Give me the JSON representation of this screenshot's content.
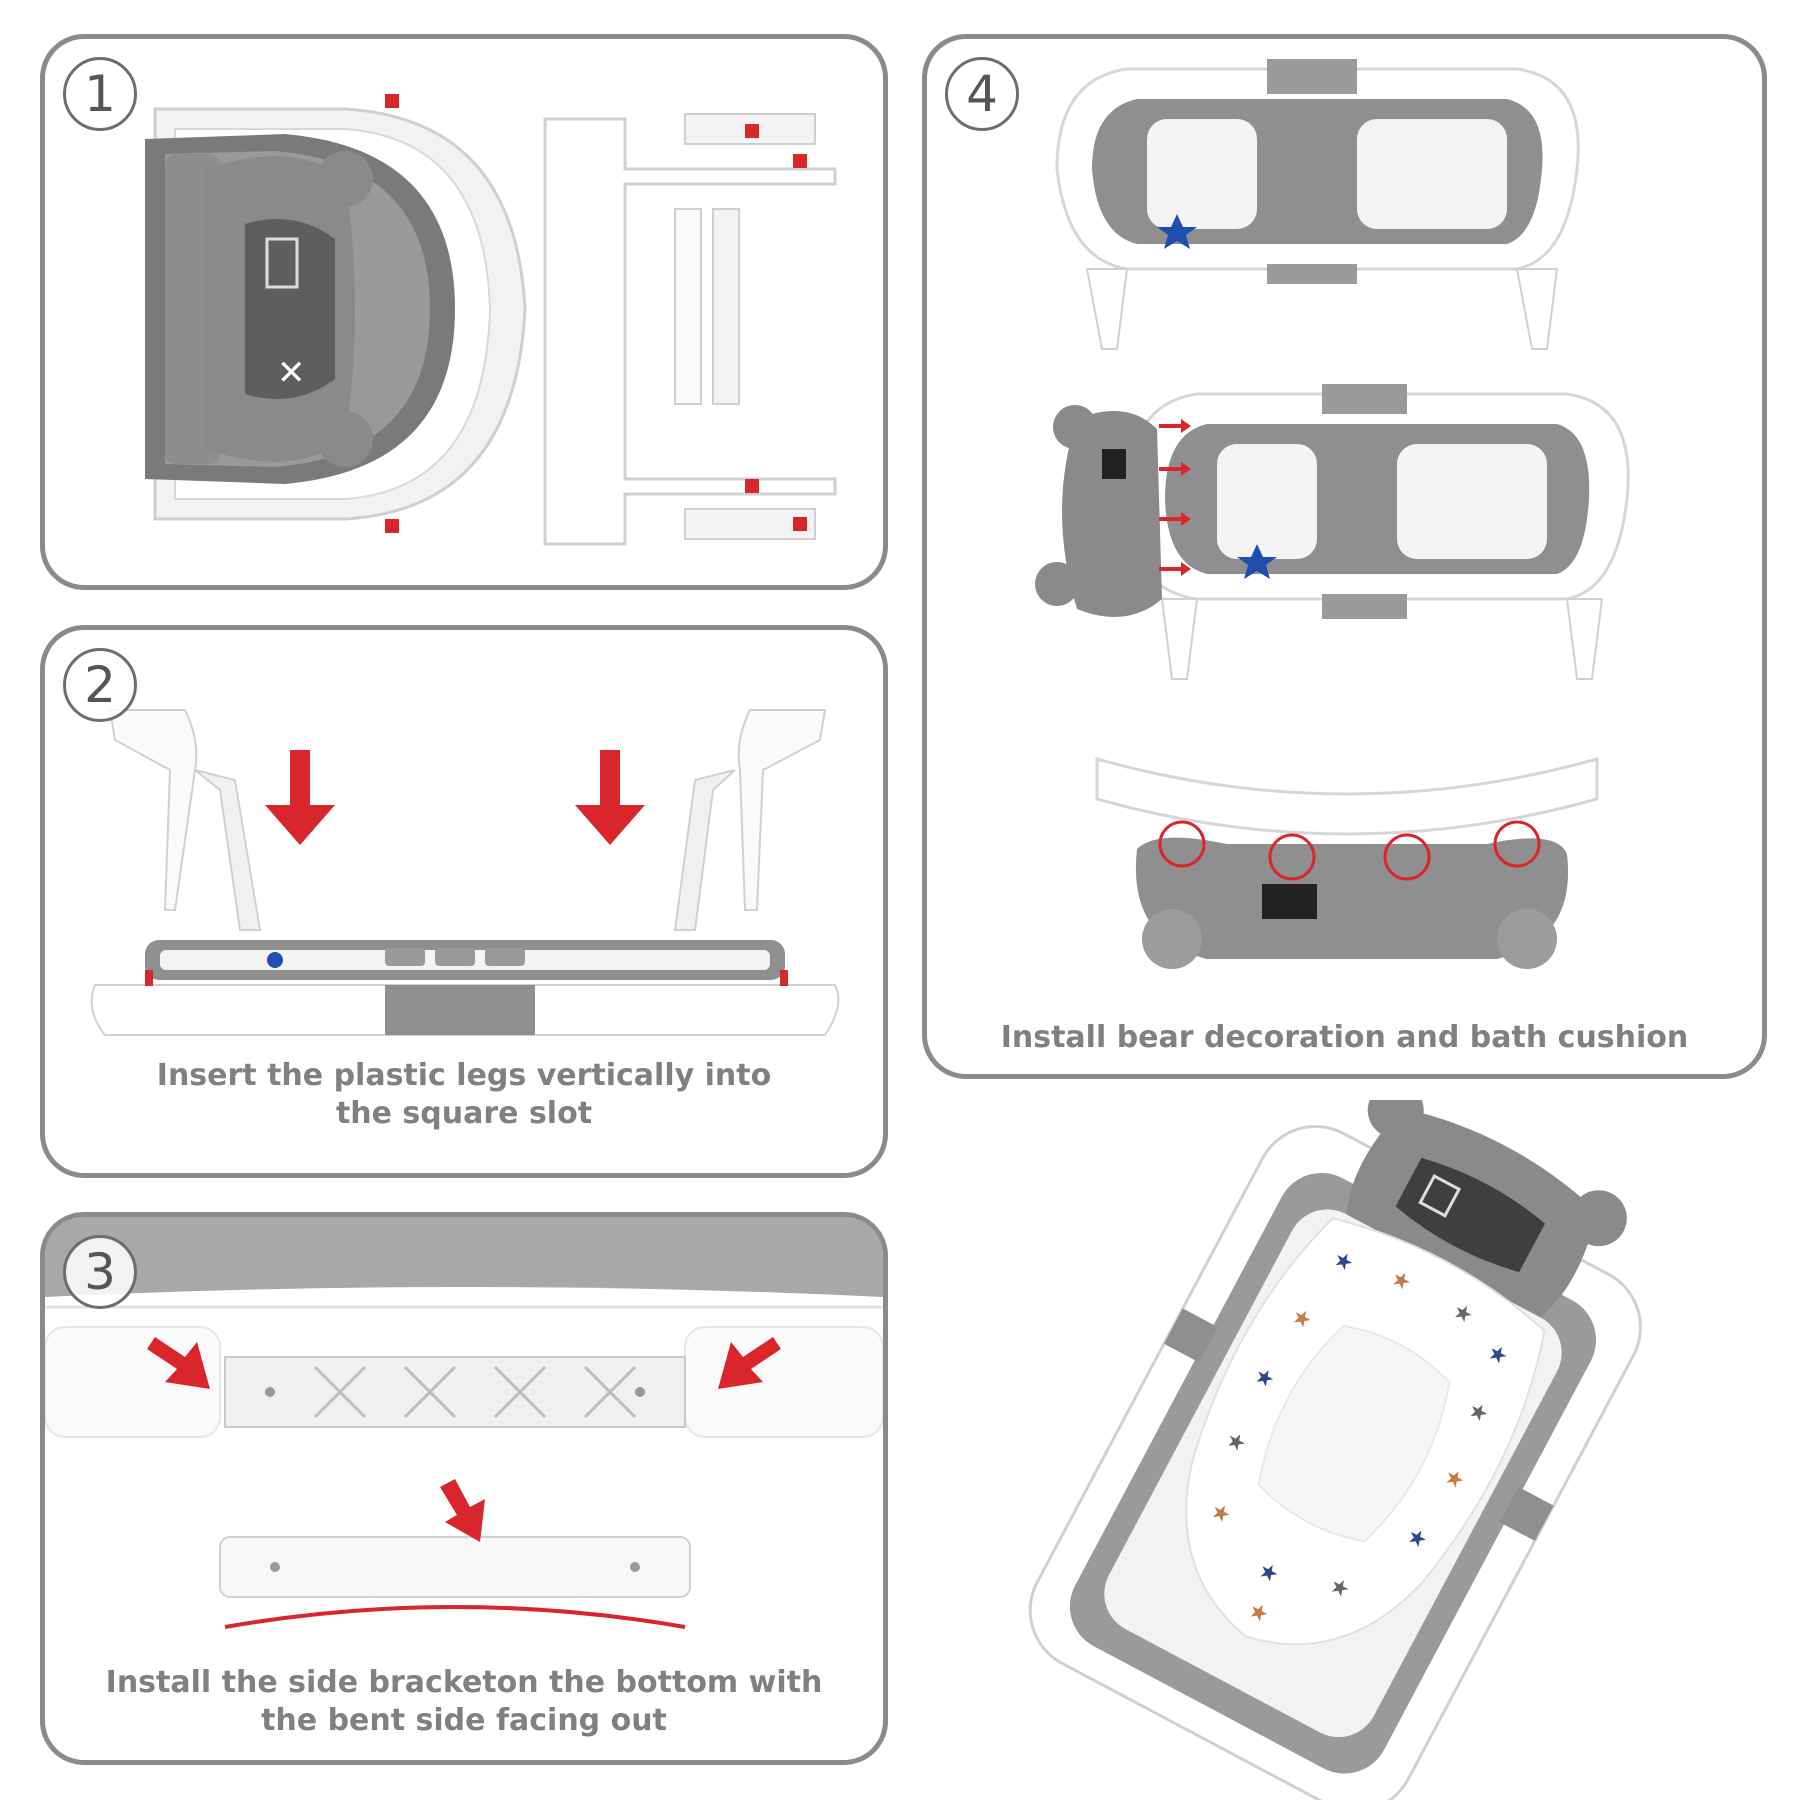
{
  "steps": [
    {
      "number": "1",
      "caption": ""
    },
    {
      "number": "2",
      "caption": "Insert the plastic legs vertically into the square slot"
    },
    {
      "number": "3",
      "caption": "Install the side bracketon the bottom with the bent side facing out"
    },
    {
      "number": "4",
      "caption": "Install bear decoration and bath cushion"
    }
  ],
  "colors": {
    "accent_red": "#d9262c",
    "tub_gray": "#8f8f8f",
    "star_blue": "#1e4fb0",
    "border": "#8a8a8a"
  }
}
